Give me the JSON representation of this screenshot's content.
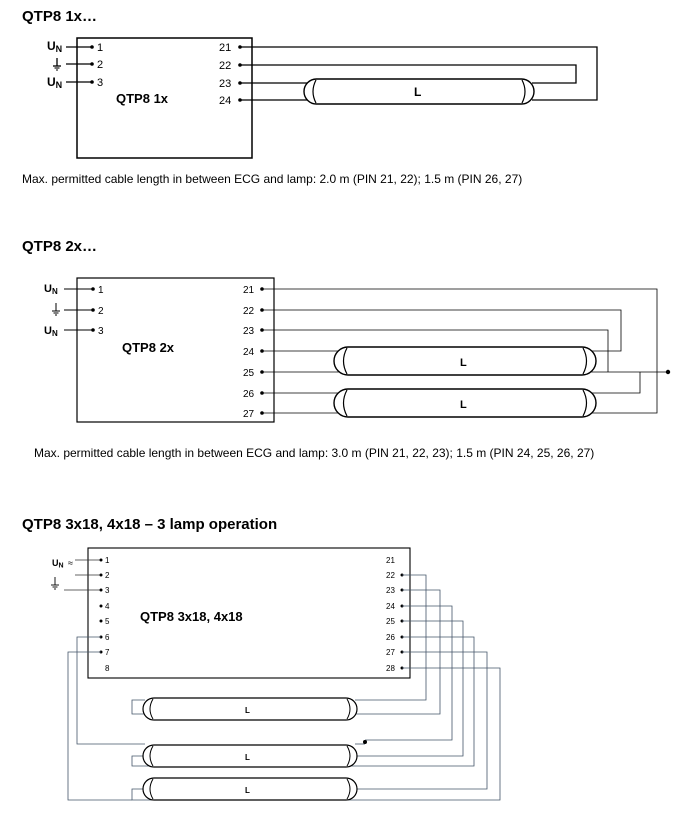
{
  "sections": [
    {
      "title": "QTP8 1x…",
      "box_label": "QTP8 1x",
      "inputs": [
        {
          "label": "UN",
          "pin": "1"
        },
        {
          "label": "",
          "pin": "2",
          "symbol": "ground-icon"
        },
        {
          "label": "UN",
          "pin": "3"
        }
      ],
      "outputs": [
        "21",
        "22",
        "23",
        "24"
      ],
      "lamps": [
        "L"
      ],
      "note": "Max. permitted cable length in between ECG and lamp: 2.0 m (PIN 21, 22); 1.5 m (PIN 26, 27)"
    },
    {
      "title": "QTP8 2x…",
      "box_label": "QTP8 2x",
      "inputs": [
        {
          "label": "UN",
          "pin": "1"
        },
        {
          "label": "",
          "pin": "2",
          "symbol": "ground-icon"
        },
        {
          "label": "UN",
          "pin": "3"
        }
      ],
      "outputs": [
        "21",
        "22",
        "23",
        "24",
        "25",
        "26",
        "27"
      ],
      "lamps": [
        "L",
        "L"
      ],
      "note": "Max. permitted cable length in between ECG and lamp:  3.0 m (PIN 21, 22, 23); 1.5 m (PIN 24, 25, 26, 27)"
    },
    {
      "title": "QTP8 3x18, 4x18 – 3 lamp operation",
      "box_label": "QTP8 3x18, 4x18",
      "inputs_left": [
        "1",
        "2",
        "3",
        "4",
        "5",
        "6",
        "7",
        "8"
      ],
      "supply_label": "UN",
      "supply_symbol": "≈",
      "outputs": [
        "21",
        "22",
        "23",
        "24",
        "25",
        "26",
        "27",
        "28"
      ],
      "lamps": [
        "L",
        "L",
        "L"
      ]
    }
  ]
}
